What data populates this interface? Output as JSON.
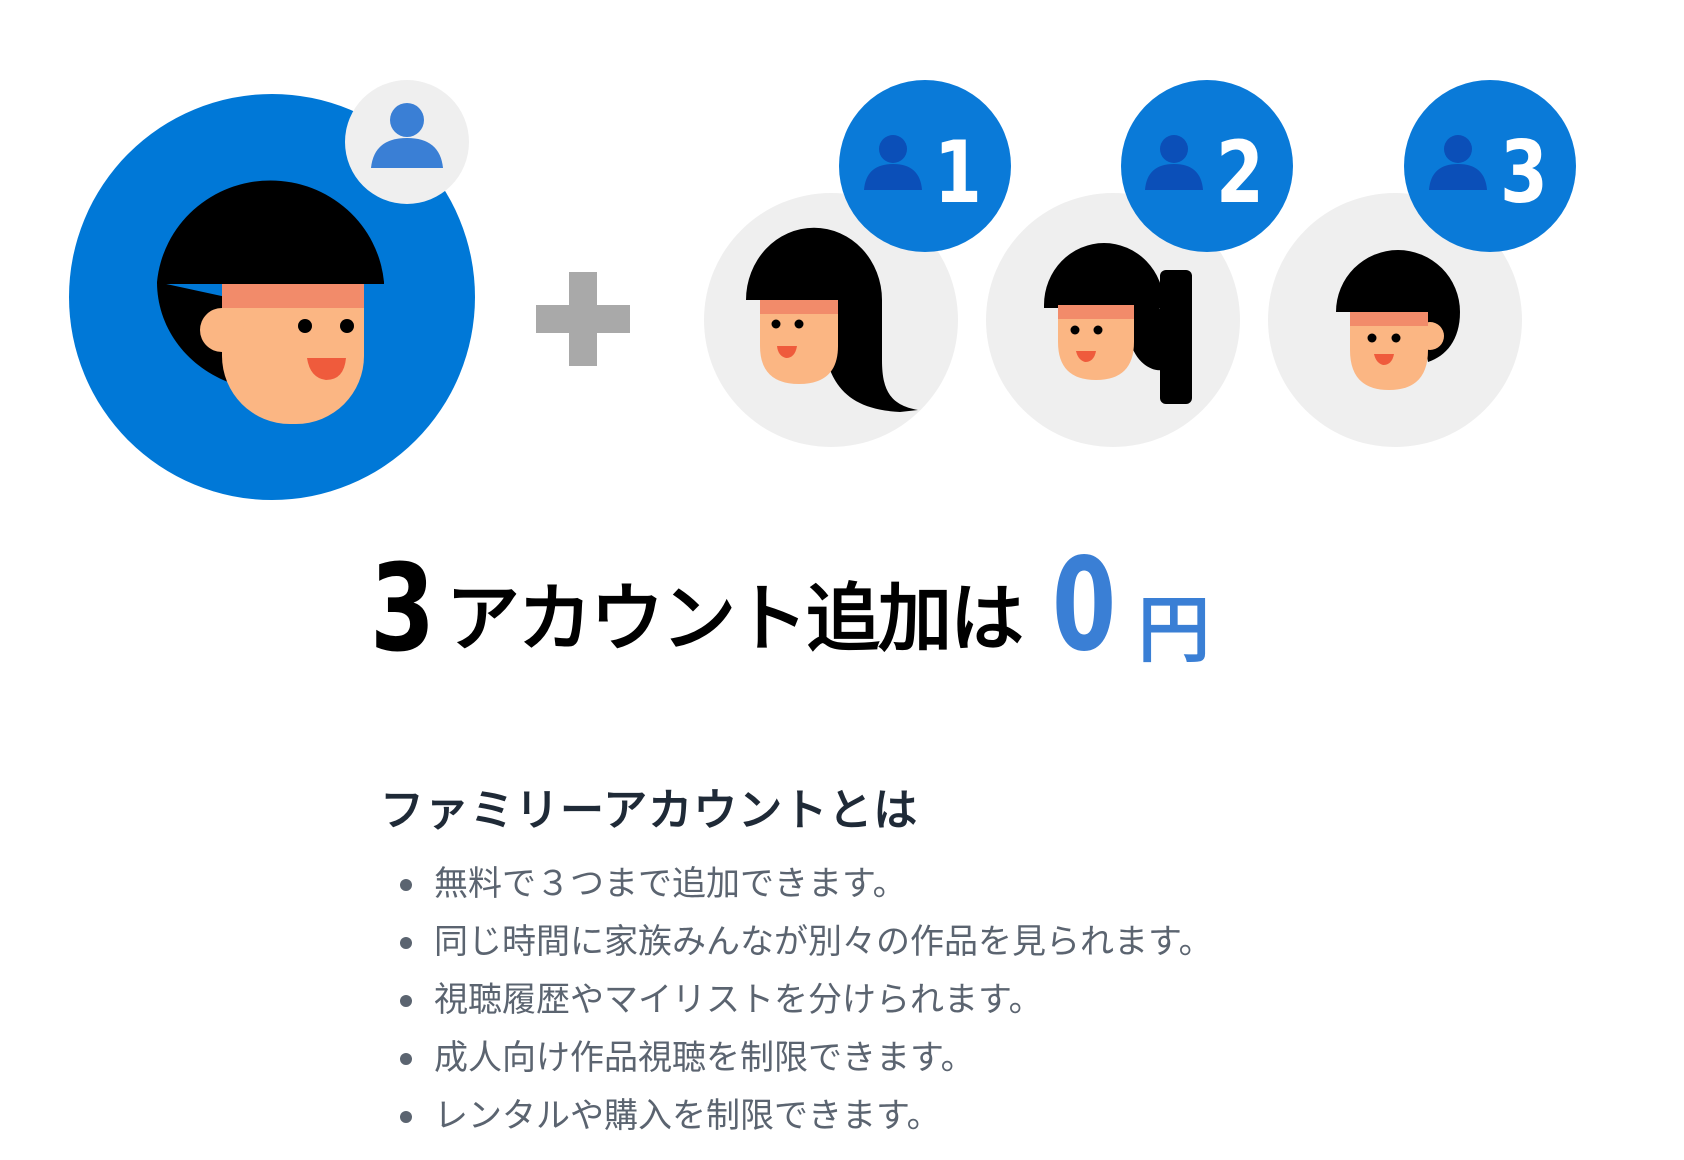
{
  "illustration": {
    "plus_symbol": "+",
    "badges": [
      {
        "number": "1"
      },
      {
        "number": "2"
      },
      {
        "number": "3"
      }
    ],
    "colors": {
      "blue": "#0078d7",
      "badge_blue": "#0a7ad8",
      "icon_blue": "#3a7fd5",
      "icon_dark_blue": "#0b4fb8",
      "light_gray": "#efefef",
      "plus_gray": "#a9a9a9",
      "skin": "#fbb683",
      "band": "#f28b6a",
      "mouth": "#ef5b3c"
    }
  },
  "headline": {
    "count": "3",
    "text": "アカウント追加は",
    "price": "0",
    "currency": "円"
  },
  "info": {
    "title": "ファミリーアカウントとは",
    "features": [
      "無料で３つまで追加できます。",
      "同じ時間に家族みんなが別々の作品を見られます。",
      "視聴履歴やマイリストを分けられます。",
      "成人向け作品視聴を制限できます。",
      "レンタルや購入を制限できます。"
    ]
  }
}
